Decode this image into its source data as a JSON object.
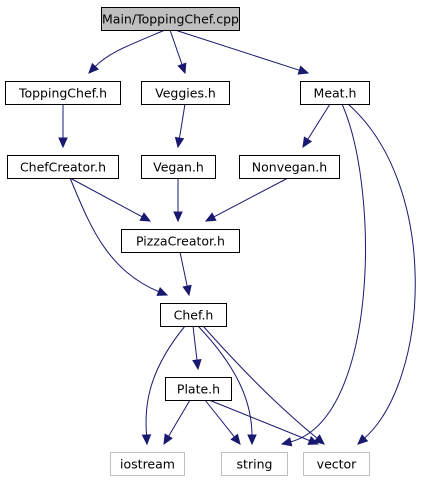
{
  "colors": {
    "edge": "#191970",
    "box_border": "#000000",
    "root_fill": "#bfbfbf",
    "node_fill": "#ffffff",
    "external_border": "#bfbfbf",
    "text": "#000000"
  },
  "nodes": {
    "main_topping_chef_cpp": {
      "label": "Main/ToppingChef.cpp",
      "kind": "root"
    },
    "topping_chef_h": {
      "label": "ToppingChef.h",
      "kind": "internal"
    },
    "veggies_h": {
      "label": "Veggies.h",
      "kind": "internal"
    },
    "meat_h": {
      "label": "Meat.h",
      "kind": "internal"
    },
    "chef_creator_h": {
      "label": "ChefCreator.h",
      "kind": "internal"
    },
    "vegan_h": {
      "label": "Vegan.h",
      "kind": "internal"
    },
    "nonvegan_h": {
      "label": "Nonvegan.h",
      "kind": "internal"
    },
    "pizza_creator_h": {
      "label": "PizzaCreator.h",
      "kind": "internal"
    },
    "chef_h": {
      "label": "Chef.h",
      "kind": "internal"
    },
    "plate_h": {
      "label": "Plate.h",
      "kind": "internal"
    },
    "iostream": {
      "label": "iostream",
      "kind": "external"
    },
    "string": {
      "label": "string",
      "kind": "external"
    },
    "vector": {
      "label": "vector",
      "kind": "external"
    }
  },
  "edges": [
    [
      "main_topping_chef_cpp",
      "topping_chef_h"
    ],
    [
      "main_topping_chef_cpp",
      "veggies_h"
    ],
    [
      "main_topping_chef_cpp",
      "meat_h"
    ],
    [
      "topping_chef_h",
      "chef_creator_h"
    ],
    [
      "veggies_h",
      "vegan_h"
    ],
    [
      "meat_h",
      "nonvegan_h"
    ],
    [
      "meat_h",
      "string"
    ],
    [
      "meat_h",
      "vector"
    ],
    [
      "chef_creator_h",
      "pizza_creator_h"
    ],
    [
      "chef_creator_h",
      "chef_h"
    ],
    [
      "vegan_h",
      "pizza_creator_h"
    ],
    [
      "nonvegan_h",
      "pizza_creator_h"
    ],
    [
      "pizza_creator_h",
      "chef_h"
    ],
    [
      "chef_h",
      "plate_h"
    ],
    [
      "chef_h",
      "iostream"
    ],
    [
      "chef_h",
      "string"
    ],
    [
      "chef_h",
      "vector"
    ],
    [
      "plate_h",
      "iostream"
    ],
    [
      "plate_h",
      "string"
    ],
    [
      "plate_h",
      "vector"
    ]
  ]
}
